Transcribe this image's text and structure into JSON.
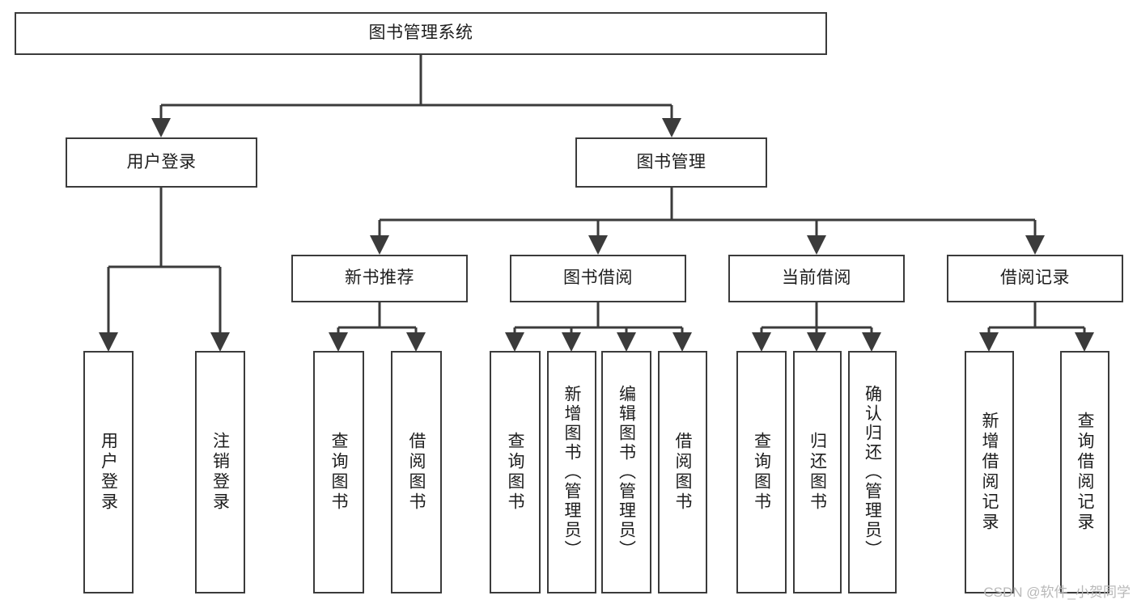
{
  "diagram": {
    "title": "图书管理系统",
    "type": "tree",
    "watermark": "CSDN @软件_小贺同学",
    "colors": {
      "box_border": "#3b3b3b",
      "box_fill": "#ffffff",
      "connector": "#3b3b3b",
      "text": "#1d1d1d",
      "watermark": "#b9b9b9",
      "background": "#ffffff"
    },
    "levels": {
      "root": {
        "label": "图书管理系统"
      },
      "level2": [
        {
          "label": "用户登录"
        },
        {
          "label": "图书管理"
        }
      ],
      "level3": [
        {
          "label": "新书推荐"
        },
        {
          "label": "图书借阅"
        },
        {
          "label": "当前借阅"
        },
        {
          "label": "借阅记录"
        }
      ],
      "level4": {
        "user_login": [
          {
            "label": "用户登录"
          },
          {
            "label": "注销登录"
          }
        ],
        "new_book": [
          {
            "label": "查询图书"
          },
          {
            "label": "借阅图书"
          }
        ],
        "book_borrow": [
          {
            "label": "查询图书"
          },
          {
            "label": "新增图书（管理员）"
          },
          {
            "label": "编辑图书（管理员）"
          },
          {
            "label": "借阅图书"
          }
        ],
        "current_borrow": [
          {
            "label": "查询图书"
          },
          {
            "label": "归还图书"
          },
          {
            "label": "确认归还（管理员）"
          }
        ],
        "borrow_record": [
          {
            "label": "新增借阅记录"
          },
          {
            "label": "查询借阅记录"
          }
        ]
      }
    }
  }
}
